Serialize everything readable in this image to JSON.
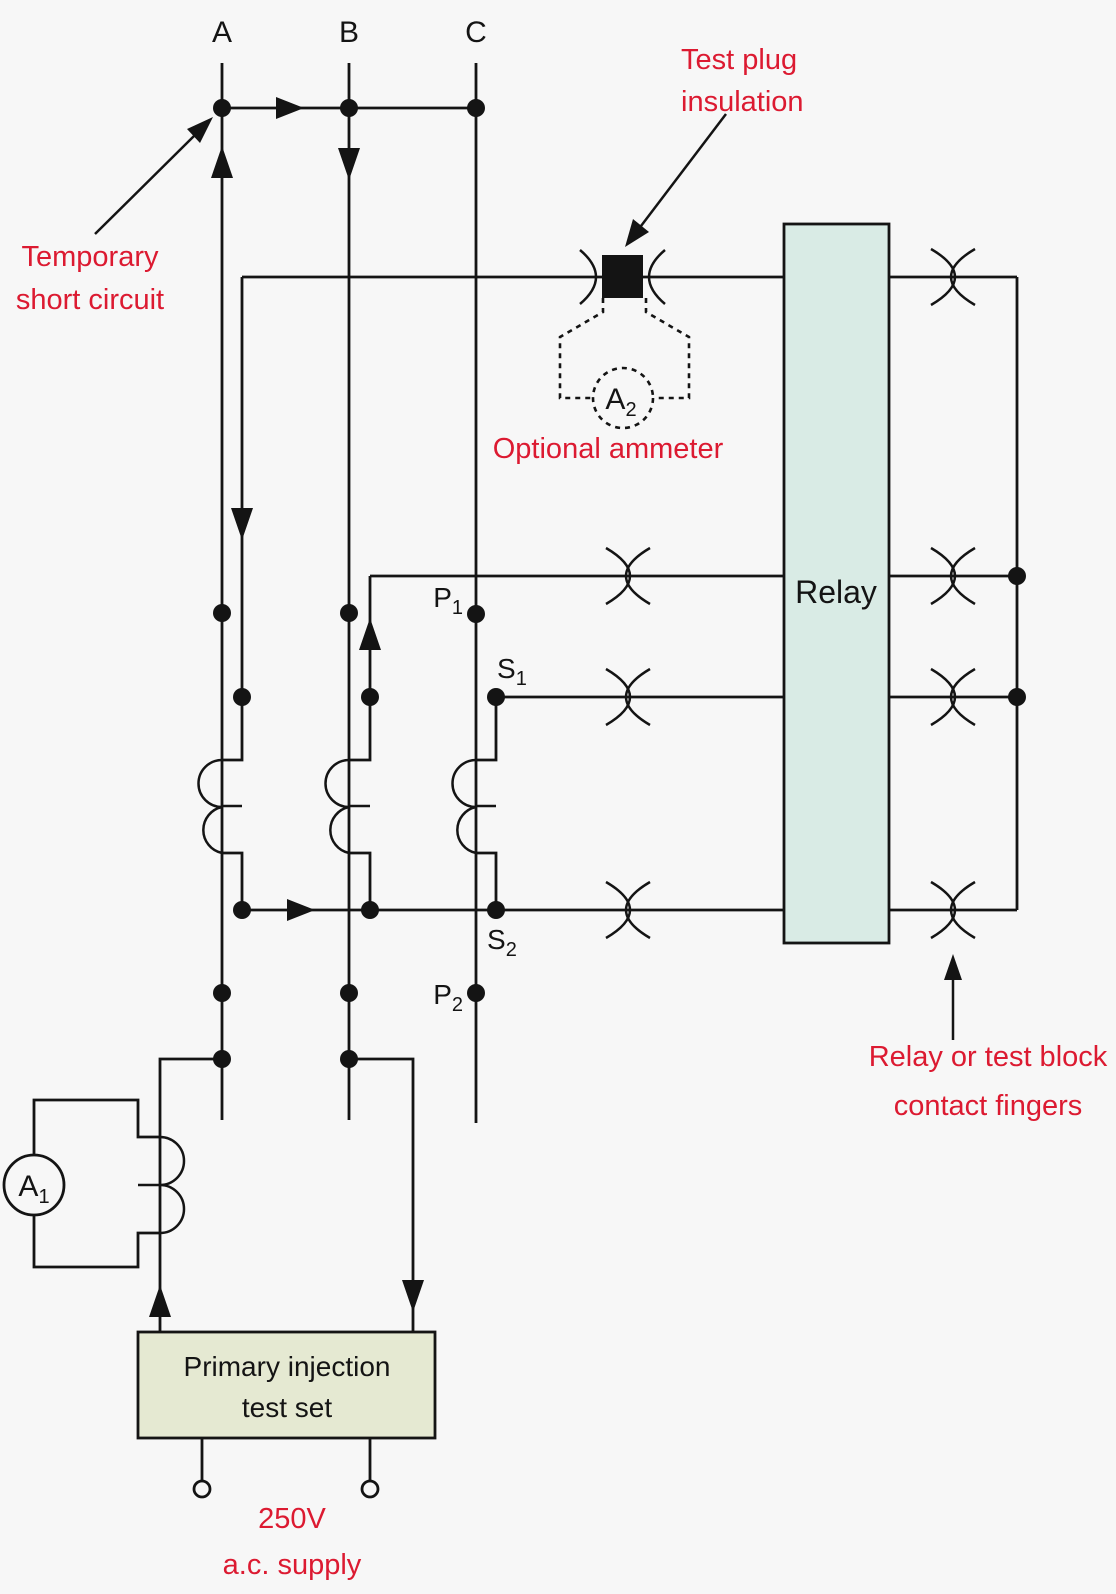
{
  "diagram": {
    "phases": {
      "a": "A",
      "b": "B",
      "c": "C"
    },
    "relay": {
      "label": "Relay"
    },
    "test_set": {
      "line1": "Primary injection",
      "line2": "test set"
    },
    "supply": {
      "line1": "250V",
      "line2": "a.c. supply"
    },
    "annotations": {
      "temporary_short_circuit": {
        "line1": "Temporary",
        "line2": "short circuit"
      },
      "test_plug_insulation": {
        "line1": "Test plug",
        "line2": "insulation"
      },
      "optional_ammeter": "Optional ammeter",
      "contact_fingers": {
        "line1": "Relay or test block",
        "line2": "contact fingers"
      }
    },
    "terminals": {
      "p1": {
        "base": "P",
        "sub": "1"
      },
      "p2": {
        "base": "P",
        "sub": "2"
      },
      "s1": {
        "base": "S",
        "sub": "1"
      },
      "s2": {
        "base": "S",
        "sub": "2"
      }
    },
    "ammeters": {
      "a1": {
        "base": "A",
        "sub": "1"
      },
      "a2": {
        "base": "A",
        "sub": "2"
      }
    }
  },
  "colors": {
    "background": "#f7f7f7",
    "line": "#141414",
    "red": "#dc1a31",
    "relay_fill": "#d9ebe5",
    "test_set_fill": "#e5e9d2"
  }
}
